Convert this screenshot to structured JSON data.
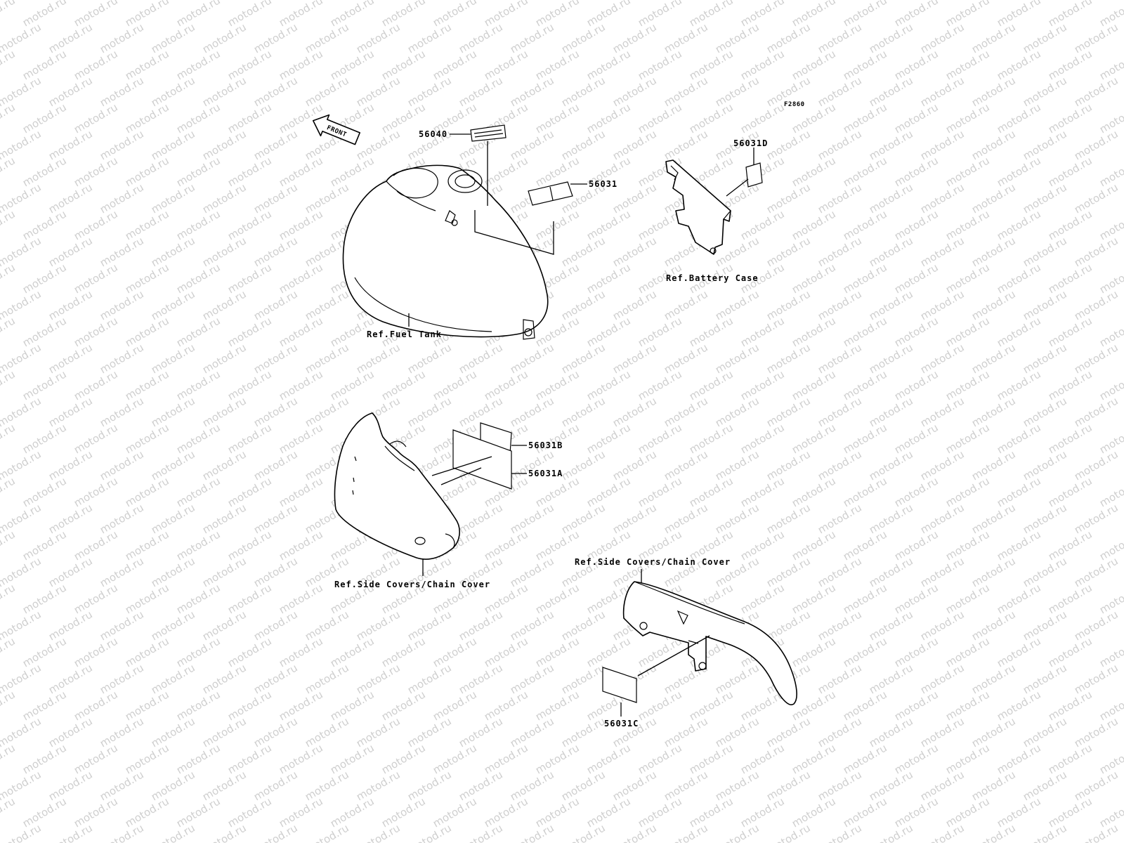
{
  "watermark": {
    "text": "motod.ru",
    "color": "#cfcfcf"
  },
  "figure_code": "F2860",
  "front_arrow": "FRONT",
  "part_numbers": {
    "p56040": "56040",
    "p56031": "56031",
    "p56031D": "56031D",
    "p56031B": "56031B",
    "p56031A": "56031A",
    "p56031C": "56031C"
  },
  "references": {
    "fuel_tank": "Ref.Fuel Tank",
    "battery_case": "Ref.Battery Case",
    "side_covers_left": "Ref.Side Covers/Chain Cover",
    "side_covers_right": "Ref.Side Covers/Chain Cover"
  }
}
